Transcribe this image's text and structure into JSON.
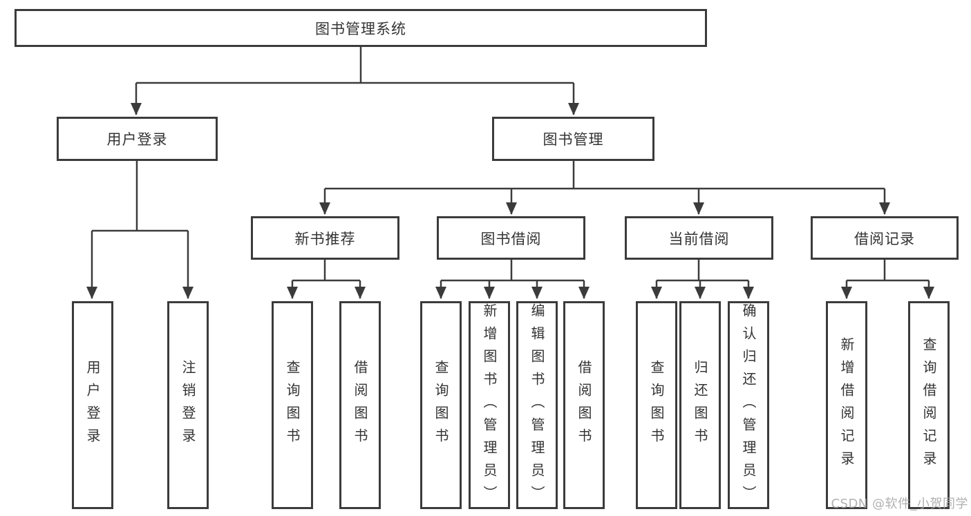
{
  "diagram": {
    "root": {
      "label": "图书管理系统"
    },
    "user_login": {
      "label": "用户登录",
      "children": [
        {
          "label": "用户登录"
        },
        {
          "label": "注销登录"
        }
      ]
    },
    "book_management": {
      "label": "图书管理",
      "sections": [
        {
          "label": "新书推荐",
          "children": [
            {
              "label": "查询图书"
            },
            {
              "label": "借阅图书"
            }
          ]
        },
        {
          "label": "图书借阅",
          "children": [
            {
              "label": "查询图书"
            },
            {
              "label": "新增图书（管理员）"
            },
            {
              "label": "编辑图书（管理员）"
            },
            {
              "label": "借阅图书"
            }
          ]
        },
        {
          "label": "当前借阅",
          "children": [
            {
              "label": "查询图书"
            },
            {
              "label": "归还图书"
            },
            {
              "label": "确认归还（管理员）"
            }
          ]
        },
        {
          "label": "借阅记录",
          "children": [
            {
              "label": "新增借阅记录"
            },
            {
              "label": "查询借阅记录"
            }
          ]
        }
      ]
    }
  },
  "watermark": {
    "text": "CSDN @软件_小贺同学"
  },
  "colors": {
    "line": "#3b3b3b",
    "text": "#333333",
    "box_background": "#ffffff",
    "page_background": "#ffffff",
    "watermark": "#a8a8a8"
  }
}
